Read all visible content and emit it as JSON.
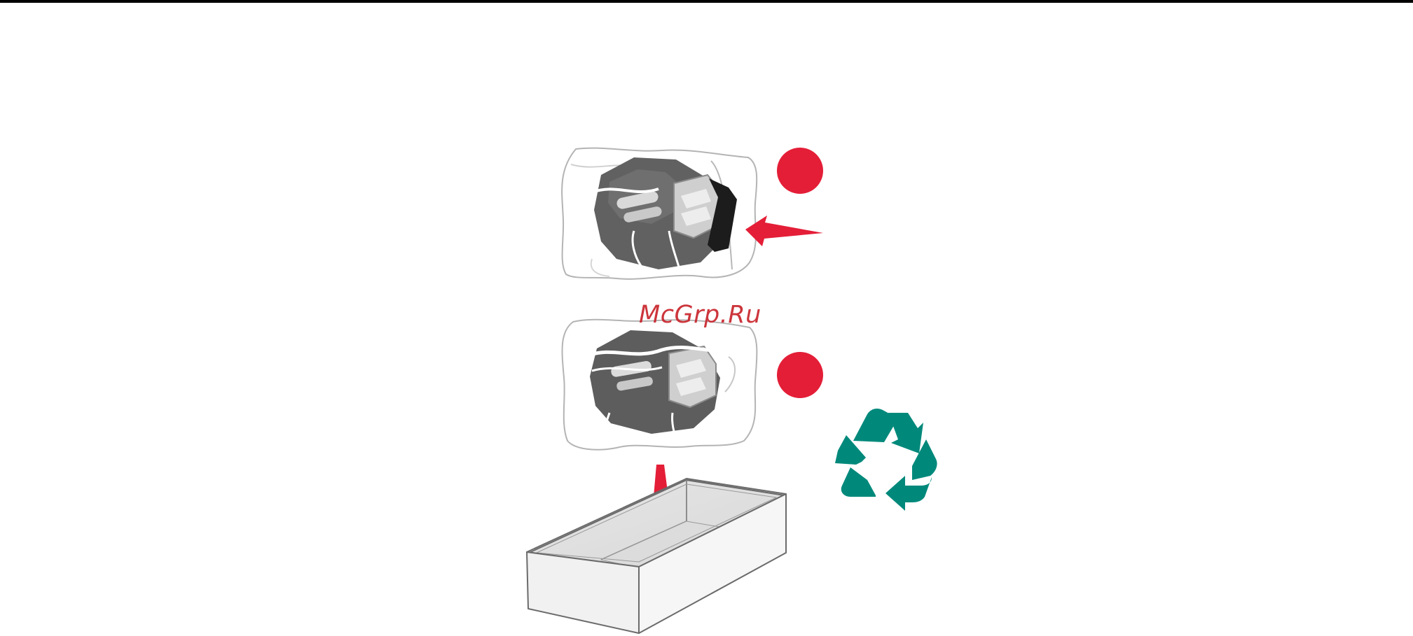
{
  "watermark": {
    "text": "McGrp.Ru"
  },
  "colors": {
    "step_marker": "#e41e37",
    "arrow": "#e41e37",
    "recycle": "#00897b",
    "part_dark": "#5f5f5f",
    "part_light": "#9d9d9d",
    "bag_outline": "#b4b4b4",
    "box_outline": "#6b6b6b",
    "box_fill": "#f1f1f1"
  },
  "icons": {
    "step_markers": [
      "step-marker-1",
      "step-marker-2"
    ],
    "arrows": [
      "insert-arrow",
      "down-arrow"
    ],
    "recycle": "recycle-icon"
  }
}
